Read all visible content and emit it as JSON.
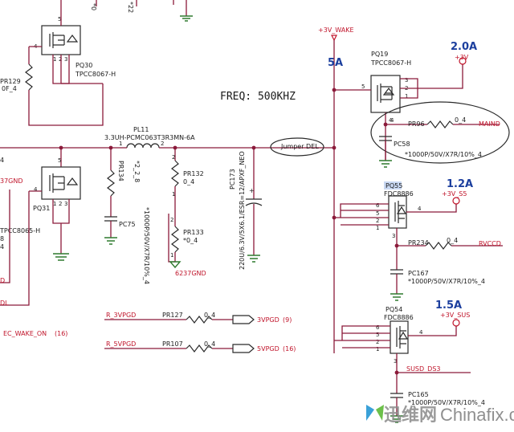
{
  "top_fragments": {
    "a": "*0",
    "b": "*22"
  },
  "q30": {
    "ref": "PQ30",
    "part": "TPCC8067-H"
  },
  "q31": {
    "ref": "PQ31",
    "part": "TPCC8065-H"
  },
  "left_edge": {
    "pr129": "PR129",
    "pr129_val": "0F_4",
    "n4": "4",
    "gnd": "37GND",
    "b": "8",
    "b4": "4",
    "d": "D",
    "dl": "DL"
  },
  "inductor": {
    "ref": "PL11",
    "part": "3.3UH-PCMC063T3R3MN-6A",
    "pin1": "1",
    "pin2": "2"
  },
  "pr134": {
    "ref": "PR134",
    "val": "*2_2_8"
  },
  "pc75": {
    "ref": "PC75"
  },
  "pc75_val": "*1000P/50V/X7R/10%_4",
  "pr132": {
    "ref": "PR132",
    "val": "0_4"
  },
  "pr133": {
    "ref": "PR133",
    "val": "*0_4"
  },
  "gnd_6237": "6237GND",
  "pc173": {
    "ref": "PC173",
    "val": "220U/6.3V/5X6.1/ESR=12/APXF_NEO",
    "plus": "+"
  },
  "freq": "FREQ:  500KHZ",
  "jumper": "Jumper DEL",
  "rail_wake": "+3V_WAKE",
  "amp_5a": "5A",
  "amp_2a": "2.0A",
  "amp_12a": "1.2A",
  "amp_15a": "1.5A",
  "q19": {
    "ref": "PQ19",
    "part": "TPCC8067-H",
    "rail": "+3V"
  },
  "pr96": {
    "ref": "PR96",
    "val": "0_4",
    "net": "MAIND"
  },
  "pc58": {
    "ref": "PC58",
    "val": "*1000P/50V/X7R/10%_4"
  },
  "q55": {
    "ref": "PQ55",
    "part": "FDC8886",
    "rail": "+3V_S5"
  },
  "pr234": {
    "ref": "PR234",
    "val": "0_4",
    "net": "RVCCD"
  },
  "pc167": {
    "ref": "PC167",
    "val": "*1000P/50V/X7R/10%_4"
  },
  "q54": {
    "ref": "PQ54",
    "part": "FDC8886",
    "rail": "+3V_SUS"
  },
  "susd": "SUSD_DS3",
  "pc165": {
    "ref": "PC165",
    "val": "*1000P/50V/X7R/10%_4"
  },
  "pg3": {
    "net": "R_3VPGD",
    "ref": "PR127",
    "val": "0_4",
    "out": "3VPGD",
    "page": "(9)"
  },
  "pg5": {
    "net": "R_5VPGD",
    "ref": "PR107",
    "val": "0_4",
    "out": "5VPGD",
    "page": "(16)"
  },
  "ec_wake": {
    "net": "EC_WAKE_ON",
    "page": "(16)"
  },
  "pins": {
    "p1": "1",
    "p2": "2",
    "p3": "3",
    "p4": "4",
    "p5": "5",
    "p6": "6"
  },
  "watermark": {
    "cn": "迅维网",
    "en": "Chinafix.com"
  },
  "colors": {
    "wire": "#8b1a3a",
    "ground": "#2f7a2f",
    "power": "#c0142a",
    "current": "#1c3f9e"
  }
}
